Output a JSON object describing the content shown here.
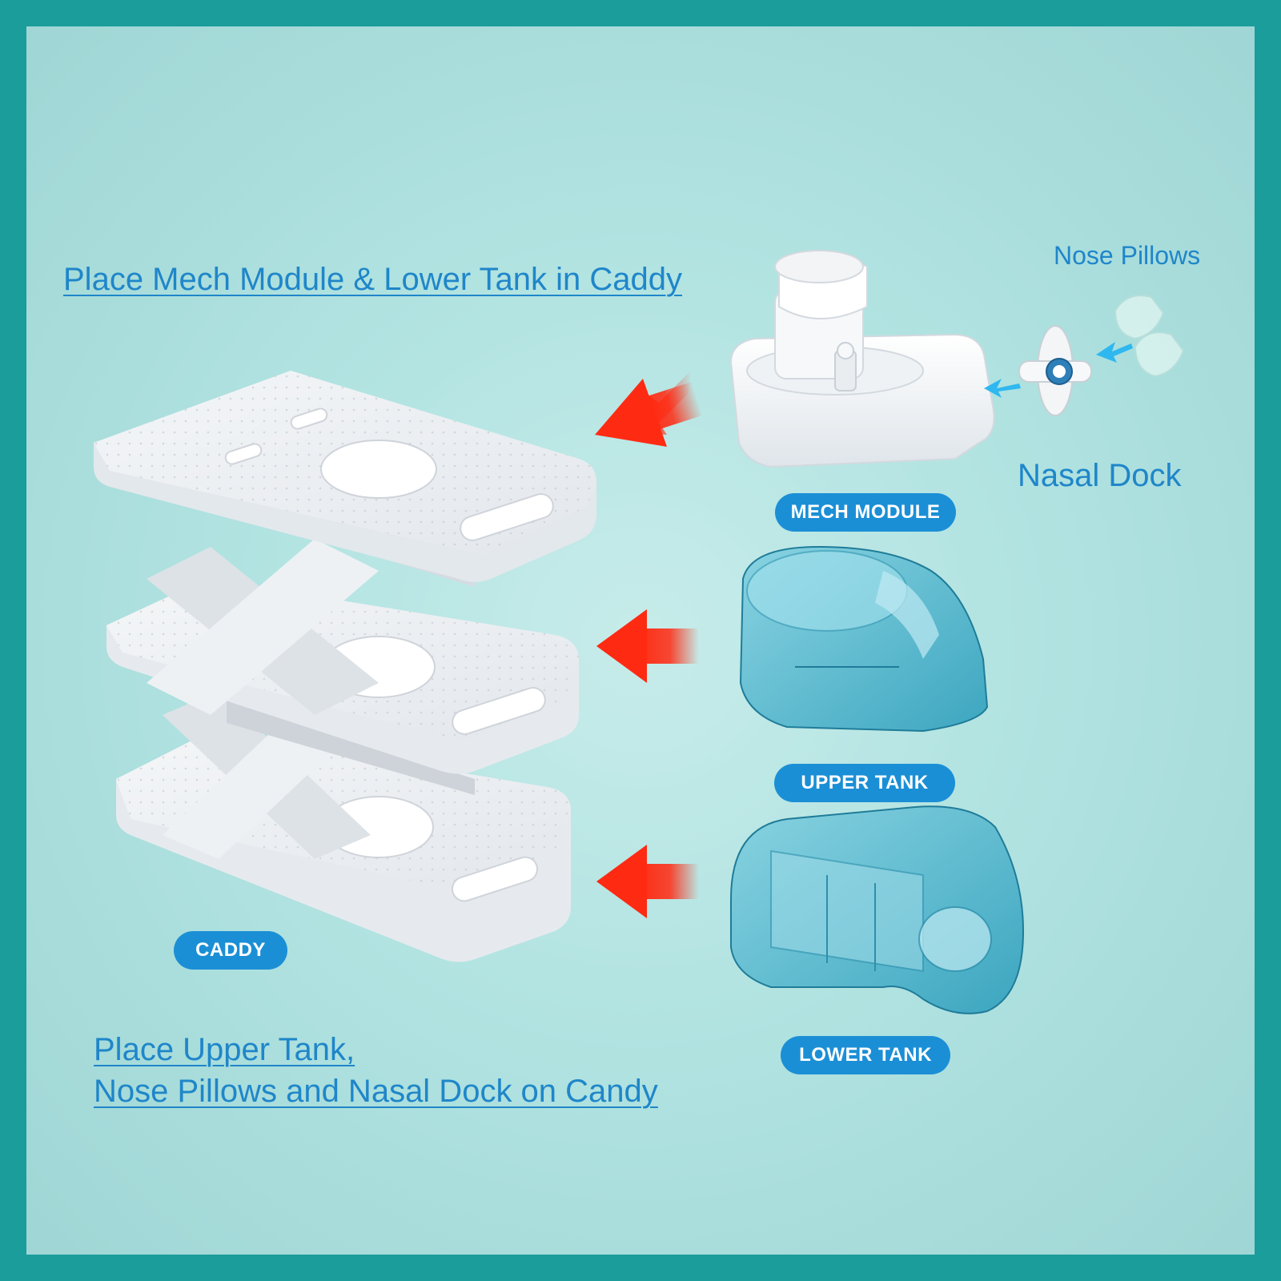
{
  "headings": {
    "top": "Place Mech Module & Lower Tank in Caddy",
    "bottom_line1": "Place Upper Tank,",
    "bottom_line2": "Nose Pillows and Nasal Dock on Candy"
  },
  "labels": {
    "nose_pillows": "Nose Pillows",
    "nasal_dock": "Nasal Dock",
    "mech_module": "MECH MODULE",
    "upper_tank": "UPPER TANK",
    "lower_tank": "LOWER TANK",
    "caddy": "CADDY"
  },
  "colors": {
    "frame": "#1a9d9b",
    "background": "#b8e6e4",
    "heading_text": "#1f86c9",
    "pill_background": "#1b8fd6",
    "arrow_red": "#ff2a12",
    "small_arrow_blue": "#2fb8f0",
    "tank_blue": "#4bb3cc"
  }
}
